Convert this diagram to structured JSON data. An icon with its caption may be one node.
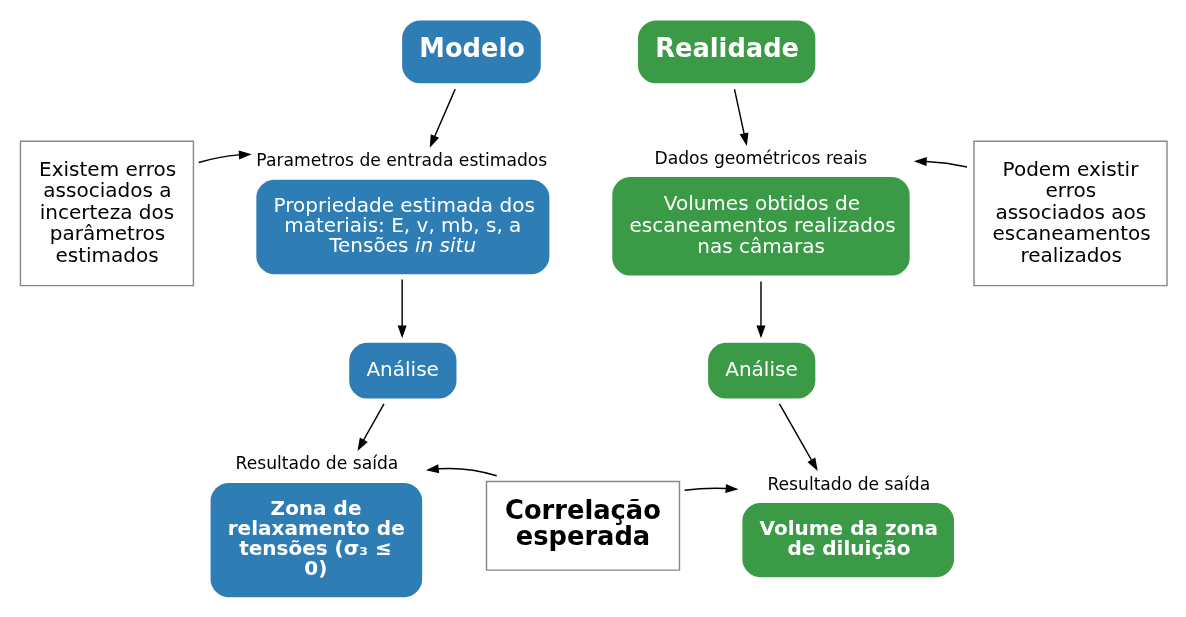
{
  "diagram": {
    "nodes": [
      {
        "text": [
          "Modelo"
        ]
      },
      {
        "text": [
          "Realidade"
        ]
      },
      {
        "text": [
          "Existem erros associados a incerteza dos parâmetros estimados"
        ]
      },
      {
        "text": [
          "Parametros de entrada estimados",
          "Propriedade estimada dos materiais: E, v, mb, s, a Tensões *in situ*"
        ]
      },
      {
        "text": [
          "Dados geométricos reais",
          "Volumes obtidos de escaneamentos realizados nas câmaras"
        ]
      },
      {
        "text": [
          "Podem existir erros associados aos escaneamentos realizados"
        ]
      },
      {
        "text": [
          "Análise"
        ]
      },
      {
        "text": [
          "Análise"
        ]
      },
      {
        "text": [
          "Resultado de saída",
          "Zona de relaxamento de tensões (σ₃ ≤ 0)"
        ]
      },
      {
        "text": [
          "Correlação esperada"
        ]
      },
      {
        "text": [
          "Resultado de saída",
          "Volume da zona de diluição"
        ]
      }
    ],
    "edges": [
      {
        "from": 0,
        "to": 3,
        "arrow": "to"
      },
      {
        "from": 2,
        "to": 3,
        "arrow": "to"
      },
      {
        "from": 3,
        "to": 6,
        "arrow": "to"
      },
      {
        "from": 6,
        "to": 8,
        "arrow": "to"
      },
      {
        "from": 1,
        "to": 4,
        "arrow": "to"
      },
      {
        "from": 5,
        "to": 4,
        "arrow": "to"
      },
      {
        "from": 4,
        "to": 7,
        "arrow": "to"
      },
      {
        "from": 7,
        "to": 10,
        "arrow": "to"
      },
      {
        "from": 9,
        "to": 8,
        "arrow": "to"
      },
      {
        "from": 9,
        "to": 10,
        "arrow": "to"
      }
    ]
  }
}
